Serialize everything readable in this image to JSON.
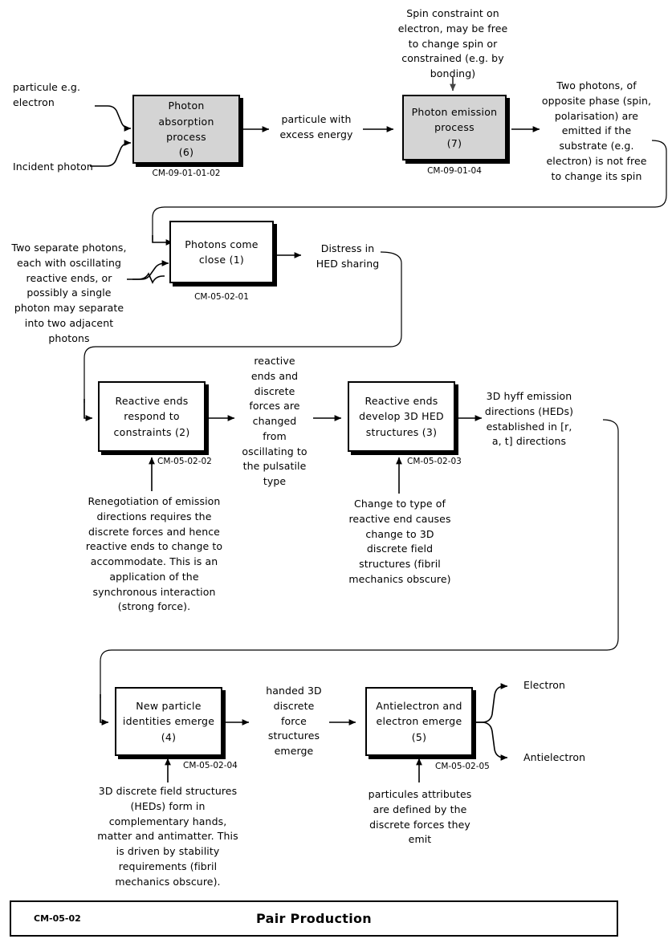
{
  "diagram": {
    "title": "Pair Production",
    "code": "CM-05-02",
    "nodes": [
      {
        "id": "n6",
        "text": "Photon absorption process (6)",
        "line1": "Photon absorption",
        "line2": "process",
        "line3": "(6)",
        "ref": "CM-09-01-01-02",
        "shaded": true
      },
      {
        "id": "n7",
        "text": "Photon emission process (7)",
        "line1": "Photon emission",
        "line2": "process",
        "line3": "(7)",
        "ref": "CM-09-01-04",
        "shaded": true
      },
      {
        "id": "n1",
        "text": "Photons come close (1)",
        "line1": "Photons come",
        "line2": "close (1)",
        "line3": "",
        "ref": "CM-05-02-01",
        "shaded": false
      },
      {
        "id": "n2",
        "text": "Reactive ends respond to constraints (2)",
        "line1": "Reactive ends",
        "line2": "respond to",
        "line3": "constraints (2)",
        "ref": "CM-05-02-02",
        "shaded": false
      },
      {
        "id": "n3",
        "text": "Reactive ends develop 3D HED structures (3)",
        "line1": "Reactive ends",
        "line2": "develop 3D HED",
        "line3": "structures (3)",
        "ref": "CM-05-02-03",
        "shaded": false
      },
      {
        "id": "n4",
        "text": "New particle identities emerge (4)",
        "line1": "New particle",
        "line2": "identities emerge",
        "line3": "(4)",
        "ref": "CM-05-02-04",
        "shaded": false
      },
      {
        "id": "n5",
        "text": "Antielectron and electron emerge (5)",
        "line1": "Antielectron and",
        "line2": "electron emerge",
        "line3": "(5)",
        "ref": "CM-05-02-05",
        "shaded": false
      }
    ],
    "labels": {
      "particle_input": "particule e.g. electron",
      "incident_photon": "Incident photon",
      "particle_excess_energy": "particule with excess energy",
      "spin_constraint": "Spin constraint on electron, may be free to change spin or constrained (e.g. by bonding)",
      "two_photons": "Two photons, of opposite phase (spin, polarisation) are emitted if the substrate (e.g. electron) is not free to change its spin",
      "two_separate_photons": "Two separate photons, each with oscillating reactive ends, or possibly a single photon may separate into two adjacent photons",
      "distress_hed": "Distress in HED sharing",
      "reactive_ends_changed": "reactive ends and discrete forces are changed from oscillating to the pulsatile type",
      "hyff_emission": "3D hyff emission directions (HEDs) established in [r, a, t] directions",
      "renegotiation": "Renegotiation of emission directions requires the discrete forces and hence reactive ends to change to accommodate. This is an application of the synchronous interaction (strong force).",
      "change_to_type": "Change to type of reactive end causes change to 3D discrete field structures (fibril mechanics obscure)",
      "handed_3d": "handed 3D discrete force structures emerge",
      "hed_complementary": "3D discrete field structures (HEDs) form in complementary hands, matter and antimatter. This is driven by stability requirements (fibril mechanics obscure).",
      "particules_attributes": "particules attributes are defined by the discrete forces they emit",
      "electron_out": "Electron",
      "antielectron_out": "Antielectron"
    },
    "colors": {
      "stroke": "#000000",
      "shaded_fill": "#d4d4d4",
      "plain_fill": "#ffffff",
      "background": "#ffffff"
    }
  }
}
